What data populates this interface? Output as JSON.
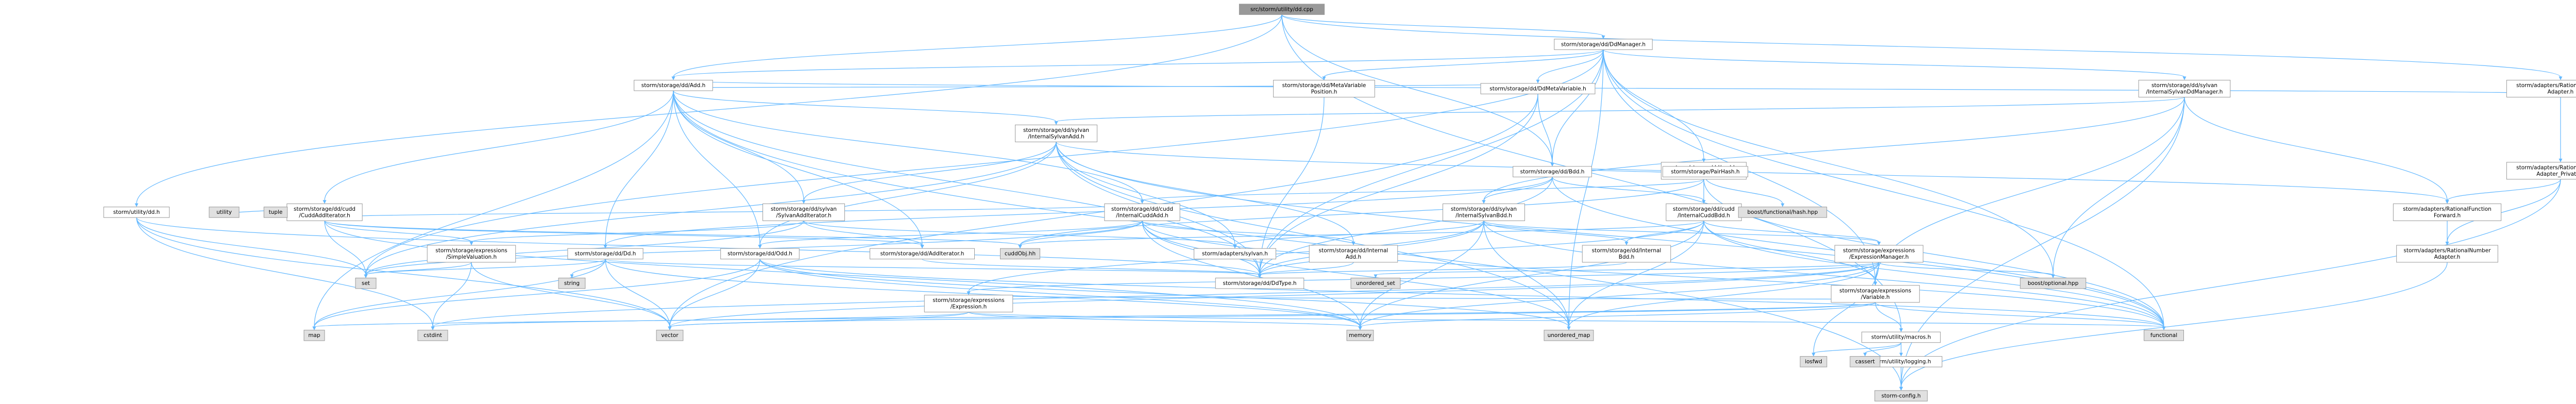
{
  "colors": {
    "node_fill": "#ffffff",
    "node_border": "#999999",
    "external_fill": "#e0e0e0",
    "highlight_fill": "#999999",
    "text": "#000000",
    "warning_text": "#ff0000",
    "edge": "#63b8ff"
  },
  "nodes": [
    {
      "id": "root",
      "lines": [
        "src/storm/utility/dd.cpp"
      ],
      "style": "highlight"
    },
    {
      "id": "DdManager",
      "lines": [
        "storm/storage/dd/DdManager.h"
      ],
      "style": "normal"
    },
    {
      "id": "Add",
      "lines": [
        "storm/storage/dd/Add.h"
      ],
      "style": "normal"
    },
    {
      "id": "utility_dd",
      "lines": [
        "storm/utility/dd.h"
      ],
      "style": "normal"
    },
    {
      "id": "Bdd",
      "lines": [
        "storm/storage/dd/Bdd.h"
      ],
      "style": "normal"
    },
    {
      "id": "RFAdapter",
      "lines": [
        "storm/adapters/RationalFunction",
        "Adapter.h"
      ],
      "style": "normal"
    },
    {
      "id": "RFAdapterPrivate",
      "lines": [
        "storm/adapters/RationalFunction",
        "Adapter_Private.h"
      ],
      "style": "warning"
    },
    {
      "id": "MetaVariablePosition",
      "lines": [
        "storm/storage/dd/MetaVariable",
        "Position.h"
      ],
      "style": "normal"
    },
    {
      "id": "DdMetaVariable",
      "lines": [
        "storm/storage/dd/DdMetaVariable.h"
      ],
      "style": "normal"
    },
    {
      "id": "InternalCuddDdManager",
      "lines": [
        "storm/storage/dd/cudd",
        "/InternalCuddDdManager.h"
      ],
      "style": "warning"
    },
    {
      "id": "InternalSylvanDdManager",
      "lines": [
        "storm/storage/dd/sylvan",
        "/InternalSylvanDdManager.h"
      ],
      "style": "warning"
    },
    {
      "id": "InternalSylvanAdd",
      "lines": [
        "storm/storage/dd/sylvan",
        "/InternalSylvanAdd.h"
      ],
      "style": "normal"
    },
    {
      "id": "InternalCuddAdd",
      "lines": [
        "storm/storage/dd/cudd",
        "/InternalCuddAdd.h"
      ],
      "style": "normal"
    },
    {
      "id": "InternalSylvanBdd",
      "lines": [
        "storm/storage/dd/sylvan",
        "/InternalSylvanBdd.h"
      ],
      "style": "normal"
    },
    {
      "id": "InternalCuddBdd",
      "lines": [
        "storm/storage/dd/cudd",
        "/InternalCuddBdd.h"
      ],
      "style": "normal"
    },
    {
      "id": "PairHash",
      "lines": [
        "storm/storage/PairHash.h"
      ],
      "style": "normal"
    },
    {
      "id": "RFForward",
      "lines": [
        "storm/adapters/RationalFunction",
        "Forward.h"
      ],
      "style": "warning"
    },
    {
      "id": "RNAdapter",
      "lines": [
        "storm/adapters/RationalNumber",
        "Adapter.h"
      ],
      "style": "warning"
    },
    {
      "id": "CuddAddIterator",
      "lines": [
        "storm/storage/dd/cudd",
        "/CuddAddIterator.h"
      ],
      "style": "normal"
    },
    {
      "id": "SylvanAddIterator",
      "lines": [
        "storm/storage/dd/sylvan",
        "/SylvanAddIterator.h"
      ],
      "style": "normal"
    },
    {
      "id": "SimpleValuation",
      "lines": [
        "storm/storage/expressions",
        "/SimpleValuation.h"
      ],
      "style": "warning"
    },
    {
      "id": "Dd",
      "lines": [
        "storm/storage/dd/Dd.h"
      ],
      "style": "normal"
    },
    {
      "id": "Odd",
      "lines": [
        "storm/storage/dd/Odd.h"
      ],
      "style": "normal"
    },
    {
      "id": "AddIterator",
      "lines": [
        "storm/storage/dd/AddIterator.h"
      ],
      "style": "normal"
    },
    {
      "id": "InternalAdd",
      "lines": [
        "storm/storage/dd/Internal",
        "Add.h"
      ],
      "style": "normal"
    },
    {
      "id": "InternalBdd",
      "lines": [
        "storm/storage/dd/Internal",
        "Bdd.h"
      ],
      "style": "normal"
    },
    {
      "id": "stormSylvan",
      "lines": [
        "storm/adapters/sylvan.h"
      ],
      "style": "warning"
    },
    {
      "id": "ExpressionManager",
      "lines": [
        "storm/storage/expressions",
        "/ExpressionManager.h"
      ],
      "style": "warning"
    },
    {
      "id": "DdType",
      "lines": [
        "storm/storage/dd/DdType.h"
      ],
      "style": "normal"
    },
    {
      "id": "Expression",
      "lines": [
        "storm/storage/expressions",
        "/Expression.h"
      ],
      "style": "warning"
    },
    {
      "id": "Variable",
      "lines": [
        "storm/storage/expressions",
        "/Variable.h"
      ],
      "style": "warning"
    },
    {
      "id": "macros",
      "lines": [
        "storm/utility/macros.h"
      ],
      "style": "normal"
    },
    {
      "id": "logging",
      "lines": [
        "storm/utility/logging.h"
      ],
      "style": "warning"
    },
    {
      "id": "stormConfig",
      "lines": [
        "storm-config.h"
      ],
      "style": "external"
    },
    {
      "id": "boostHash",
      "lines": [
        "boost/functional/hash.hpp"
      ],
      "style": "external"
    },
    {
      "id": "boostOptional",
      "lines": [
        "boost/optional.hpp"
      ],
      "style": "external"
    },
    {
      "id": "cuddObj",
      "lines": [
        "cuddObj.hh"
      ],
      "style": "external"
    },
    {
      "id": "utility",
      "lines": [
        "utility"
      ],
      "style": "external"
    },
    {
      "id": "tuple",
      "lines": [
        "tuple"
      ],
      "style": "external"
    },
    {
      "id": "set",
      "lines": [
        "set"
      ],
      "style": "external"
    },
    {
      "id": "string",
      "lines": [
        "string"
      ],
      "style": "external"
    },
    {
      "id": "map",
      "lines": [
        "map"
      ],
      "style": "external"
    },
    {
      "id": "cstdint",
      "lines": [
        "cstdint"
      ],
      "style": "external"
    },
    {
      "id": "vector",
      "lines": [
        "vector"
      ],
      "style": "external"
    },
    {
      "id": "memory",
      "lines": [
        "memory"
      ],
      "style": "external"
    },
    {
      "id": "unordered_set",
      "lines": [
        "unordered_set"
      ],
      "style": "external"
    },
    {
      "id": "unordered_map",
      "lines": [
        "unordered_map"
      ],
      "style": "external"
    },
    {
      "id": "functional",
      "lines": [
        "functional"
      ],
      "style": "external"
    },
    {
      "id": "iosfwd",
      "lines": [
        "iosfwd"
      ],
      "style": "external"
    },
    {
      "id": "cassert",
      "lines": [
        "cassert"
      ],
      "style": "external"
    }
  ],
  "edges": [
    [
      "root",
      "DdManager"
    ],
    [
      "root",
      "Add"
    ],
    [
      "root",
      "utility_dd"
    ],
    [
      "root",
      "Bdd"
    ],
    [
      "root",
      "RFAdapter"
    ],
    [
      "root",
      "macros"
    ],
    [
      "DdManager",
      "MetaVariablePosition"
    ],
    [
      "DdManager",
      "DdMetaVariable"
    ],
    [
      "DdManager",
      "InternalCuddDdManager"
    ],
    [
      "DdManager",
      "InternalSylvanDdManager"
    ],
    [
      "DdManager",
      "Add"
    ],
    [
      "DdManager",
      "Bdd"
    ],
    [
      "DdManager",
      "boostOptional"
    ],
    [
      "DdManager",
      "functional"
    ],
    [
      "DdManager",
      "set"
    ],
    [
      "DdManager",
      "unordered_map"
    ],
    [
      "DdManager",
      "DdType"
    ],
    [
      "DdManager",
      "Variable"
    ],
    [
      "Add",
      "InternalSylvanAdd"
    ],
    [
      "Add",
      "InternalCuddAdd"
    ],
    [
      "Add",
      "Dd"
    ],
    [
      "Add",
      "Odd"
    ],
    [
      "Add",
      "AddIterator"
    ],
    [
      "Add",
      "CuddAddIterator"
    ],
    [
      "Add",
      "SylvanAddIterator"
    ],
    [
      "Add",
      "map"
    ],
    [
      "Add",
      "DdType"
    ],
    [
      "Add",
      "RFAdapter"
    ],
    [
      "Add",
      "stormConfig"
    ],
    [
      "utility_dd",
      "set"
    ],
    [
      "utility_dd",
      "vector"
    ],
    [
      "utility_dd",
      "cstdint"
    ],
    [
      "utility_dd",
      "DdType"
    ],
    [
      "Bdd",
      "InternalSylvanBdd"
    ],
    [
      "Bdd",
      "InternalCuddBdd"
    ],
    [
      "Bdd",
      "Dd"
    ],
    [
      "Bdd",
      "PairHash"
    ],
    [
      "Bdd",
      "functional"
    ],
    [
      "Bdd",
      "DdType"
    ],
    [
      "RFAdapter",
      "RFAdapterPrivate"
    ],
    [
      "RFAdapterPrivate",
      "RFForward"
    ],
    [
      "RFAdapterPrivate",
      "RNAdapter"
    ],
    [
      "RFAdapterPrivate",
      "stormConfig"
    ],
    [
      "MetaVariablePosition",
      "DdType"
    ],
    [
      "DdMetaVariable",
      "Bdd"
    ],
    [
      "DdMetaVariable",
      "Add"
    ],
    [
      "DdMetaVariable",
      "DdType"
    ],
    [
      "DdMetaVariable",
      "vector"
    ],
    [
      "InternalCuddDdManager",
      "InternalCuddAdd"
    ],
    [
      "InternalCuddDdManager",
      "InternalCuddBdd"
    ],
    [
      "InternalCuddDdManager",
      "cuddObj"
    ],
    [
      "InternalCuddDdManager",
      "functional"
    ],
    [
      "InternalSylvanDdManager",
      "InternalSylvanAdd"
    ],
    [
      "InternalSylvanDdManager",
      "InternalSylvanBdd"
    ],
    [
      "InternalSylvanDdManager",
      "stormConfig"
    ],
    [
      "InternalSylvanDdManager",
      "boostOptional"
    ],
    [
      "InternalSylvanDdManager",
      "RFForward"
    ],
    [
      "InternalSylvanDdManager",
      "Variable"
    ],
    [
      "InternalSylvanAdd",
      "SylvanAddIterator"
    ],
    [
      "InternalSylvanAdd",
      "InternalAdd"
    ],
    [
      "InternalSylvanAdd",
      "stormSylvan"
    ],
    [
      "InternalSylvanAdd",
      "DdType"
    ],
    [
      "InternalSylvanAdd",
      "set"
    ],
    [
      "InternalSylvanAdd",
      "unordered_map"
    ],
    [
      "InternalSylvanAdd",
      "functional"
    ],
    [
      "InternalSylvanAdd",
      "Odd"
    ],
    [
      "InternalSylvanAdd",
      "RFForward"
    ],
    [
      "InternalCuddAdd",
      "CuddAddIterator"
    ],
    [
      "InternalCuddAdd",
      "InternalAdd"
    ],
    [
      "InternalCuddAdd",
      "cuddObj"
    ],
    [
      "InternalCuddAdd",
      "DdType"
    ],
    [
      "InternalCuddAdd",
      "Odd"
    ],
    [
      "InternalCuddAdd",
      "set"
    ],
    [
      "InternalCuddAdd",
      "unordered_map"
    ],
    [
      "InternalCuddAdd",
      "functional"
    ],
    [
      "InternalCuddAdd",
      "memory"
    ],
    [
      "InternalSylvanBdd",
      "InternalBdd"
    ],
    [
      "InternalSylvanBdd",
      "stormSylvan"
    ],
    [
      "InternalSylvanBdd",
      "DdType"
    ],
    [
      "InternalSylvanBdd",
      "Expression"
    ],
    [
      "InternalSylvanBdd",
      "ExpressionManager"
    ],
    [
      "InternalSylvanBdd",
      "functional"
    ],
    [
      "InternalSylvanBdd",
      "unordered_map"
    ],
    [
      "InternalSylvanBdd",
      "memory"
    ],
    [
      "InternalCuddBdd",
      "InternalBdd"
    ],
    [
      "InternalCuddBdd",
      "cuddObj"
    ],
    [
      "InternalCuddBdd",
      "DdType"
    ],
    [
      "InternalCuddBdd",
      "ExpressionManager"
    ],
    [
      "InternalCuddBdd",
      "functional"
    ],
    [
      "InternalCuddBdd",
      "unordered_map"
    ],
    [
      "InternalCuddBdd",
      "memory"
    ],
    [
      "InternalCuddBdd",
      "Variable"
    ],
    [
      "PairHash",
      "boostHash"
    ],
    [
      "RFForward",
      "RNAdapter"
    ],
    [
      "RNAdapter",
      "stormConfig"
    ],
    [
      "CuddAddIterator",
      "AddIterator"
    ],
    [
      "CuddAddIterator",
      "SimpleValuation"
    ],
    [
      "CuddAddIterator",
      "cuddObj"
    ],
    [
      "CuddAddIterator",
      "utility"
    ],
    [
      "CuddAddIterator",
      "tuple"
    ],
    [
      "CuddAddIterator",
      "set"
    ],
    [
      "CuddAddIterator",
      "memory"
    ],
    [
      "SylvanAddIterator",
      "AddIterator"
    ],
    [
      "SylvanAddIterator",
      "SimpleValuation"
    ],
    [
      "SylvanAddIterator",
      "stormSylvan"
    ],
    [
      "SylvanAddIterator",
      "set"
    ],
    [
      "SimpleValuation",
      "set"
    ],
    [
      "SimpleValuation",
      "cstdint"
    ],
    [
      "SimpleValuation",
      "vector"
    ],
    [
      "Dd",
      "string"
    ],
    [
      "Dd",
      "set"
    ],
    [
      "Dd",
      "map"
    ],
    [
      "Dd",
      "vector"
    ],
    [
      "Dd",
      "DdType"
    ],
    [
      "Dd",
      "memory"
    ],
    [
      "Odd",
      "vector"
    ],
    [
      "Odd",
      "map"
    ],
    [
      "Odd",
      "memory"
    ],
    [
      "Odd",
      "functional"
    ],
    [
      "Odd",
      "unordered_map"
    ],
    [
      "AddIterator",
      "DdType"
    ],
    [
      "InternalAdd",
      "DdType"
    ],
    [
      "InternalBdd",
      "DdType"
    ],
    [
      "ExpressionManager",
      "Variable"
    ],
    [
      "ExpressionManager",
      "Expression"
    ],
    [
      "ExpressionManager",
      "boostOptional"
    ],
    [
      "ExpressionManager",
      "unordered_set"
    ],
    [
      "ExpressionManager",
      "unordered_map"
    ],
    [
      "ExpressionManager",
      "memory"
    ],
    [
      "ExpressionManager",
      "vector"
    ],
    [
      "ExpressionManager",
      "cstdint"
    ],
    [
      "ExpressionManager",
      "iosfwd"
    ],
    [
      "Expression",
      "vector"
    ],
    [
      "Expression",
      "map"
    ],
    [
      "Expression",
      "memory"
    ],
    [
      "Expression",
      "functional"
    ],
    [
      "Expression",
      "Variable"
    ],
    [
      "Variable",
      "vector"
    ],
    [
      "Variable",
      "memory"
    ],
    [
      "Variable",
      "cstdint"
    ],
    [
      "Variable",
      "functional"
    ],
    [
      "Variable",
      "macros"
    ],
    [
      "macros",
      "logging"
    ],
    [
      "macros",
      "cassert"
    ],
    [
      "macros",
      "iosfwd"
    ],
    [
      "logging",
      "stormConfig"
    ]
  ]
}
